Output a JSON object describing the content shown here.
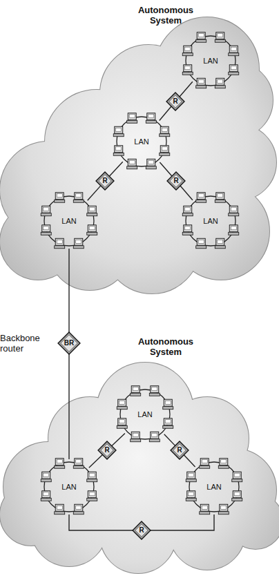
{
  "diagram": {
    "nodes": [
      {
        "text": [
          "Autonomous System"
        ]
      },
      {
        "text": [
          "LAN"
        ],
        "in": 0
      },
      {
        "text": [
          "R"
        ],
        "in": 0
      },
      {
        "text": [
          "LAN"
        ],
        "in": 0
      },
      {
        "text": [
          "R"
        ],
        "in": 0
      },
      {
        "text": [
          "R"
        ],
        "in": 0
      },
      {
        "text": [
          "LAN"
        ],
        "in": 0
      },
      {
        "text": [
          "LAN"
        ],
        "in": 0
      },
      {
        "text": [
          "Backbone router",
          "BR"
        ]
      },
      {
        "text": [
          "Autonomous System"
        ]
      },
      {
        "text": [
          "LAN"
        ],
        "in": 9
      },
      {
        "text": [
          "R"
        ],
        "in": 9
      },
      {
        "text": [
          "R"
        ],
        "in": 9
      },
      {
        "text": [
          "LAN"
        ],
        "in": 9
      },
      {
        "text": [
          "LAN"
        ],
        "in": 9
      },
      {
        "text": [
          "R"
        ],
        "in": 9
      }
    ],
    "edges": [
      {
        "from": 3,
        "to": 2,
        "arrow": "none"
      },
      {
        "from": 2,
        "to": 1,
        "arrow": "none"
      },
      {
        "from": 3,
        "to": 4,
        "arrow": "none"
      },
      {
        "from": 4,
        "to": 6,
        "arrow": "none"
      },
      {
        "from": 3,
        "to": 5,
        "arrow": "none"
      },
      {
        "from": 5,
        "to": 7,
        "arrow": "none"
      },
      {
        "from": 6,
        "to": 8,
        "arrow": "none"
      },
      {
        "from": 8,
        "to": 13,
        "arrow": "none"
      },
      {
        "from": 13,
        "to": 11,
        "arrow": "none"
      },
      {
        "from": 11,
        "to": 10,
        "arrow": "none"
      },
      {
        "from": 10,
        "to": 12,
        "arrow": "none"
      },
      {
        "from": 12,
        "to": 14,
        "arrow": "none"
      },
      {
        "from": 13,
        "to": 15,
        "arrow": "none"
      },
      {
        "from": 15,
        "to": 14,
        "arrow": "none"
      }
    ]
  }
}
